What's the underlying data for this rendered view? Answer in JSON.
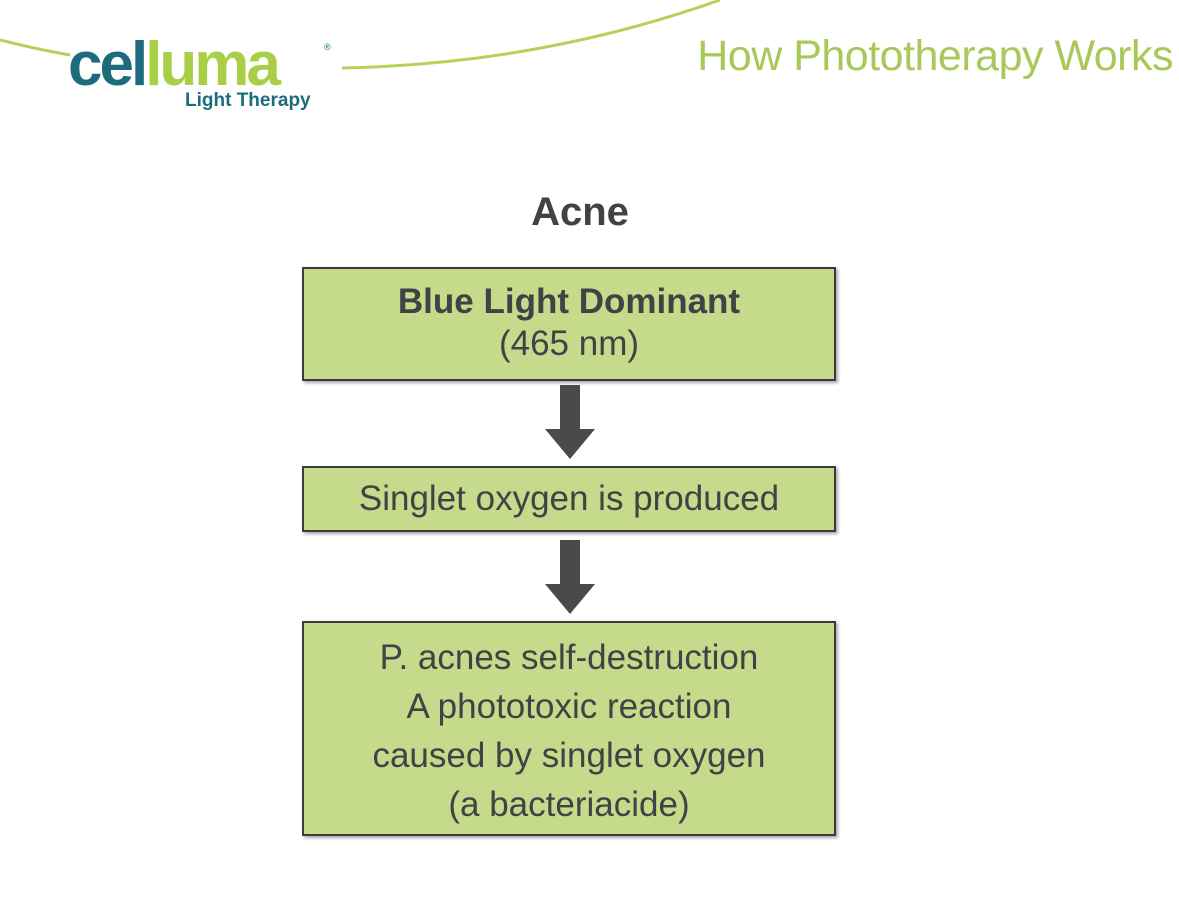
{
  "header": {
    "logo": {
      "word_part1": "cel",
      "word_part2": "luma",
      "registered": "®",
      "tagline": "Light Therapy"
    },
    "slide_title": "How Phototherapy Works"
  },
  "diagram": {
    "heading": "Acne",
    "nodes": [
      {
        "lines": [
          "Blue Light  Dominant",
          "(465 nm)"
        ]
      },
      {
        "lines": [
          "Singlet oxygen is produced"
        ]
      },
      {
        "lines": [
          "P. acnes self-destruction",
          "A phototoxic reaction",
          "caused by singlet oxygen",
          "(a bacteriacide)"
        ]
      }
    ],
    "edges": [
      {
        "from": 0,
        "to": 1
      },
      {
        "from": 1,
        "to": 2
      }
    ]
  },
  "colors": {
    "box_fill": "#c5da8a",
    "box_border": "#3c3c3c",
    "arrow": "#4a4a4a",
    "brand_teal": "#1d6c7e",
    "brand_green": "#a9cf47",
    "title_green": "#a8c95a",
    "text_dark": "#404244"
  }
}
